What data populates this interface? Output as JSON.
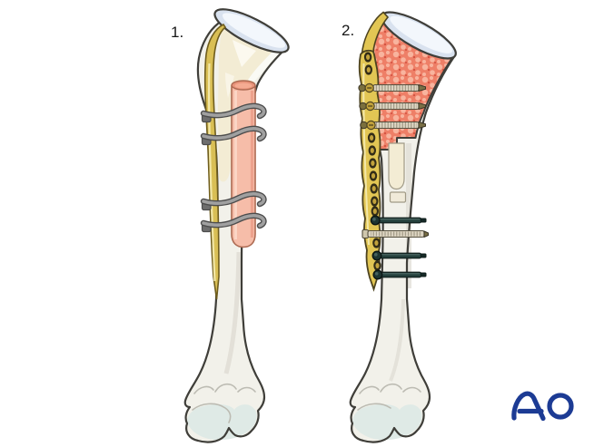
{
  "figure": {
    "steps": [
      {
        "label": "1."
      },
      {
        "label": "2."
      }
    ]
  },
  "logo": {
    "text": "AO"
  },
  "parts": {
    "step1": [
      "bone",
      "cut-surface-cap",
      "cortical-strut-graft",
      "graft-rod",
      "cerclage-wires"
    ],
    "step2": [
      "bone",
      "cut-surface-cap",
      "cancellous-bone-section",
      "locking-plate",
      "threaded-screws",
      "cortex-screws"
    ]
  },
  "colors": {
    "bg": "#ffffff",
    "label": "#161616",
    "outline": "#3f3e39",
    "bone": "#f2f1ea",
    "boneShade": "#dedcd3",
    "articular": "#dfeae6",
    "capFill": "#d9e2ef",
    "capInner": "#f3f7fc",
    "cream": "#f3ecd4",
    "strutYellow": "#d9bf55",
    "strutDark": "#6f5d1d",
    "strutLight": "#f2e7a7",
    "plateYellow": "#e2c654",
    "plateDark": "#4d431f",
    "plateLight": "#f3e8a9",
    "holeDark": "#332d17",
    "holeTan": "#c2a23c",
    "rodPink": "#f6bda9",
    "rodRim": "#e8937a",
    "rodOutline": "#ad6a52",
    "rodShade": "#eda28d",
    "rodHighlight": "#fbd5c5",
    "red": "#ee7f67",
    "redLight": "#f8b49e",
    "redDark": "#d2503f",
    "wire": "#a0a0a0",
    "wireDark": "#4d4d4d",
    "crimp": "#6e6e6e",
    "screwDark": "#24403c",
    "screwLight": "#ded6c3",
    "screwTip": "#7a7046",
    "logoBlue": "#1c3b94"
  }
}
